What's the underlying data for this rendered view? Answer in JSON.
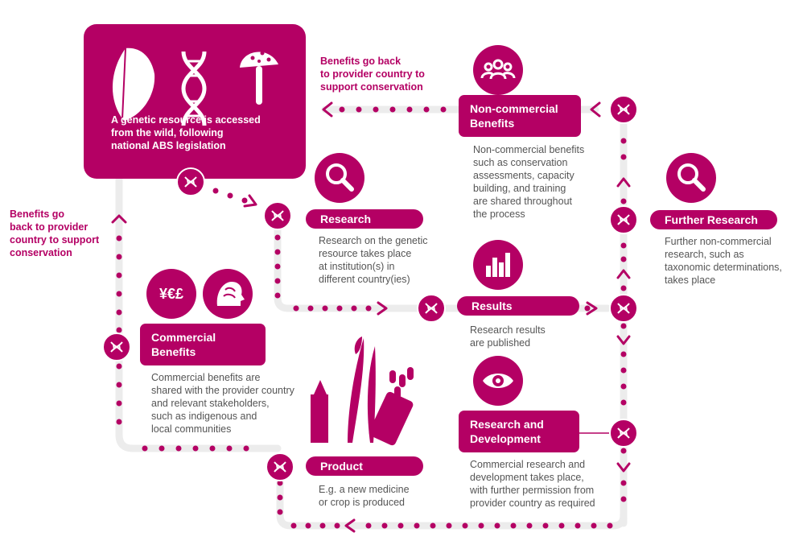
{
  "source": {
    "text": "A genetic resource is accessed\nfrom the wild, following\nnational ABS legislation",
    "icons": [
      "leaf-icon",
      "dna-icon",
      "mushroom-icon"
    ]
  },
  "return_top": {
    "text": "Benefits go back\nto provider country to\nsupport conservation"
  },
  "return_left": {
    "text": "Benefits go\nback to provider\ncountry to support\nconservation"
  },
  "stages": {
    "noncommercial": {
      "label": "Non-commercial\nBenefits",
      "icon": "people-icon",
      "description": "Non-commercial benefits\nsuch as conservation\nassessments, capacity\nbuilding, and training\nare shared throughout\nthe process"
    },
    "research": {
      "label": "Research",
      "icon": "magnifier-icon",
      "description": "Research on the genetic\nresource takes place\nat institution(s) in\ndifferent country(ies)"
    },
    "further": {
      "label": "Further Research",
      "icon": "magnifier-icon",
      "description": "Further non-commercial\nresearch, such as\ntaxonomic determinations,\ntakes place"
    },
    "results": {
      "label": "Results",
      "icon": "bar-chart-icon",
      "description": "Research results\nare published"
    },
    "commercial": {
      "label": "Commercial\nBenefits",
      "icon": "money-brain-icon",
      "currency": "¥€£",
      "description": "Commercial benefits are\nshared with the provider country\nand relevant stakeholders,\nsuch as indigenous and\nlocal communities"
    },
    "rnd": {
      "label": "Research and\nDevelopment",
      "icon": "eye-icon",
      "description": "Commercial research and\ndevelopment takes place,\nwith further permission from\nprovider country as required"
    },
    "product": {
      "label": "Product",
      "icon": "product-icon",
      "description": "E.g. a new medicine\nor crop is produced"
    }
  },
  "colors": {
    "accent": "#b40064",
    "path": "#ececec",
    "text": "#555555"
  }
}
